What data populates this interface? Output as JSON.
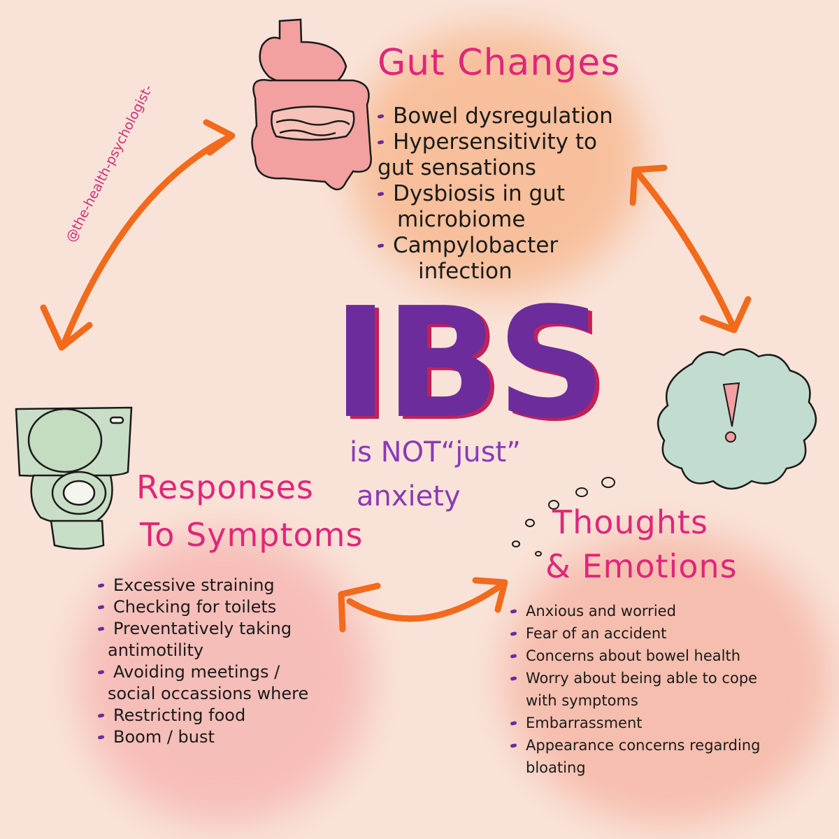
{
  "watermark": "@the-health-psychologist-",
  "center": {
    "title": "IBS",
    "tagline_line1": "is NOT“just”",
    "tagline_line2": "anxiety"
  },
  "gut_changes": {
    "title": "Gut Changes",
    "items": [
      "Bowel dysregulation",
      "Hypersensitivity to",
      "gut sensations",
      "Dysbiosis in gut",
      "microbiome",
      "Campylobacter",
      "infection"
    ]
  },
  "responses": {
    "title_line1": "Responses",
    "title_line2": "To Symptoms",
    "items": [
      "Excessive straining",
      "Checking for toilets",
      "Preventatively taking",
      "antimotility",
      "Avoiding meetings /",
      "social occassions where",
      "Restricting food",
      "Boom / bust"
    ]
  },
  "thoughts": {
    "title_line1": "Thoughts",
    "title_line2": "& Emotions",
    "items": [
      "Anxious and worried",
      "Fear of an accident",
      "Concerns about bowel health",
      "Worry about being able to cope",
      "with symptoms",
      "Embarrassment",
      "Appearance concerns regarding",
      "bloating"
    ]
  },
  "colors": {
    "background": "#f9e3d8",
    "title_pink": "#e0267a",
    "ibs_purple": "#6c2c9c",
    "arrow_orange": "#f26a1b",
    "bullet_purple": "#6a2aa0"
  },
  "icons": [
    "digestive-system-icon",
    "toilet-icon",
    "thought-cloud-icon",
    "exclamation-icon"
  ]
}
